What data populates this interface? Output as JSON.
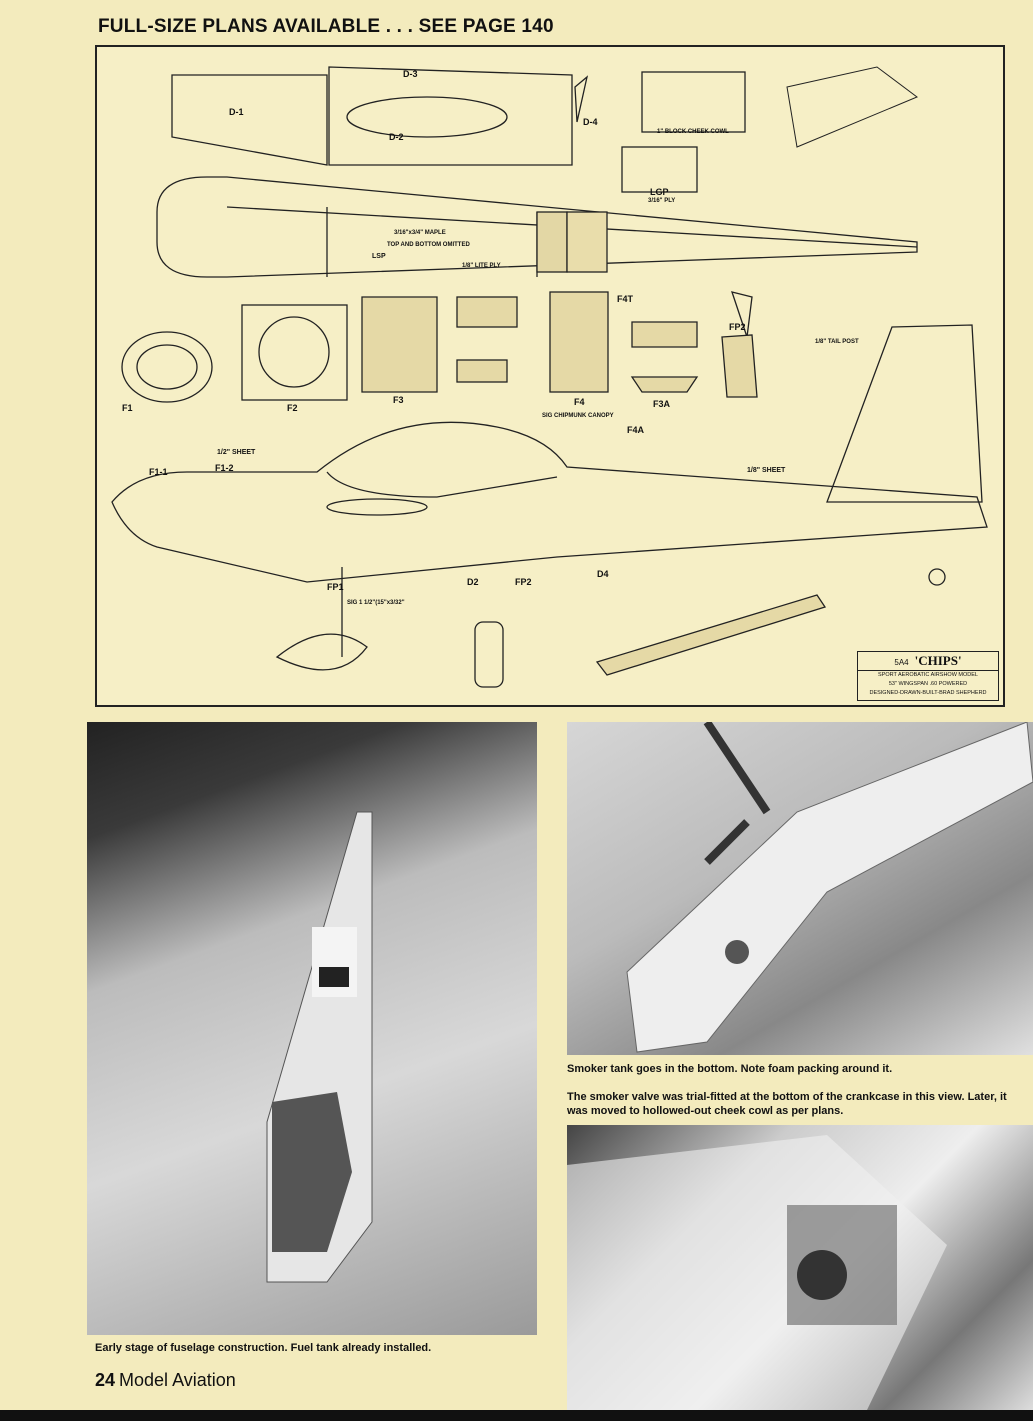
{
  "headline": "FULL-SIZE PLANS AVAILABLE . . . SEE PAGE 140",
  "plan": {
    "labels": [
      "D-1",
      "D-2",
      "D-3",
      "D-4",
      "1\" BLOCK CHEEK COWL",
      "LGP",
      "3/16\" PLY",
      "3/16\"x3/4\" MAPLE",
      "TOP AND BOTTOM OMITTED",
      "LSP",
      "1/8\" LITE PLY",
      "F4T",
      "F1",
      "F2",
      "F3",
      "F1-1",
      "F1-2",
      "F3A",
      "F4",
      "F4A",
      "FP1",
      "FP2",
      "1/8\" TAIL POST",
      "SIG CHIPMUNK CANOPY",
      "1/2\" SHEET",
      "1/8\" SHEET",
      "D2",
      "D4",
      "FP2",
      "SIG 1 1/2\"(15\"x3/32\""
    ],
    "title_block": {
      "number": "5A4",
      "name": "'CHIPS'",
      "line1": "SPORT AEROBATIC AIRSHOW MODEL",
      "line2": "53\" WINGSPAN .60 POWERED",
      "line3": "DESIGNED-DRAWN-BUILT-BRAD SHEPHERD"
    }
  },
  "captions": {
    "photo1": "Early stage of fuselage construction. Fuel tank already installed.",
    "photo2": "Smoker tank goes in the bottom. Note foam packing around it.",
    "photo3": "The smoker valve was trial-fitted at the bottom of the crankcase in this view. Later, it was moved to hollowed-out cheek cowl as per plans."
  },
  "folio": {
    "page": "24",
    "magazine": "Model Aviation"
  }
}
